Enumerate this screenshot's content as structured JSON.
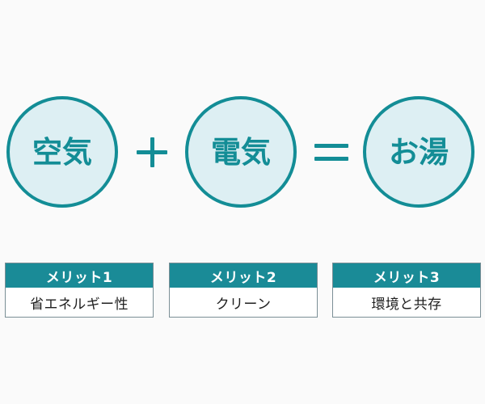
{
  "equation": {
    "term1": "空気",
    "operator1": "+",
    "term2": "電気",
    "operator2": "=",
    "result": "お湯"
  },
  "merits": [
    {
      "title": "メリット1",
      "text": "省エネルギー性"
    },
    {
      "title": "メリット2",
      "text": "クリーン"
    },
    {
      "title": "メリット3",
      "text": "環境と共存"
    }
  ],
  "colors": {
    "accent": "#138d96",
    "circle_fill": "#ddeff3",
    "header_fill": "#1a8b97",
    "background": "#fafafa"
  }
}
